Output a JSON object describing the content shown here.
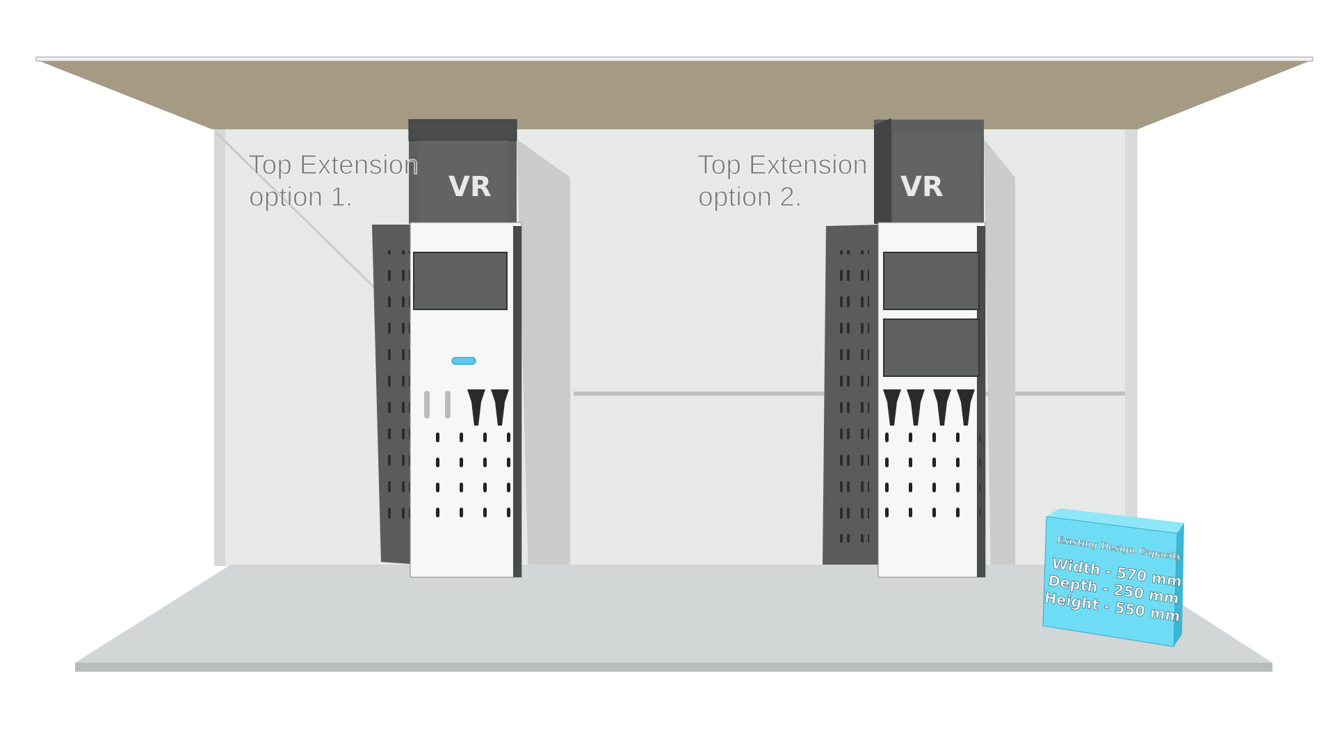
{
  "scene": {
    "option1": {
      "label_line1": "Top Extension",
      "label_line2": "option 1.",
      "sign": "VR"
    },
    "option2": {
      "label_line1": "Top Extension",
      "label_line2": "option 2.",
      "sign": "VR"
    },
    "capacity_box": {
      "title": "Existing Design Capacity",
      "width": "Width - 570 mm",
      "depth": "Depth - 250 mm",
      "height": "Height - 550 mm"
    }
  },
  "colors": {
    "ceiling": "#a59b84",
    "wall": "#e6e9e8",
    "floor": "#d3d6d7",
    "panel_dark": "#585a5a",
    "kiosk_white": "#f7f7f7",
    "capacity_box": "#6fdcf5",
    "button_blue": "#5cc8ee"
  }
}
